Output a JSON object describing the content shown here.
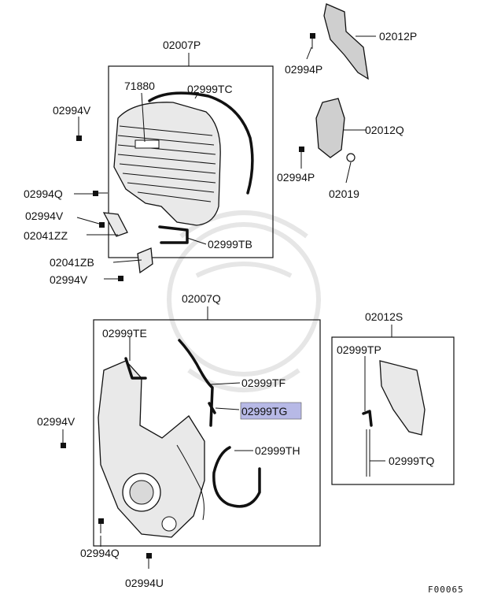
{
  "colors": {
    "highlight": "#b7b9e6",
    "ink": "#111111"
  },
  "labels": {
    "p02007P": "02007P",
    "p02012P": "02012P",
    "p71880": "71880",
    "p02999TC": "02999TC",
    "p02994P_a": "02994P",
    "p02994V_a": "02994V",
    "p02012Q": "02012Q",
    "p02994P_b": "02994P",
    "p02019": "02019",
    "p02994Q_a": "02994Q",
    "p02994V_b": "02994V",
    "p02041ZZ": "02041ZZ",
    "p02999TB": "02999TB",
    "p02041ZB": "02041ZB",
    "p02994V_c": "02994V",
    "p02007Q": "02007Q",
    "p02012S": "02012S",
    "p02999TE": "02999TE",
    "p02999TP": "02999TP",
    "p02999TF": "02999TF",
    "p02999TG": "02999TG",
    "p02994V_d": "02994V",
    "p02999TH": "02999TH",
    "p02999TQ": "02999TQ",
    "p02994Q_b": "02994Q",
    "p02994U": "02994U",
    "figure_code": "F00065"
  }
}
